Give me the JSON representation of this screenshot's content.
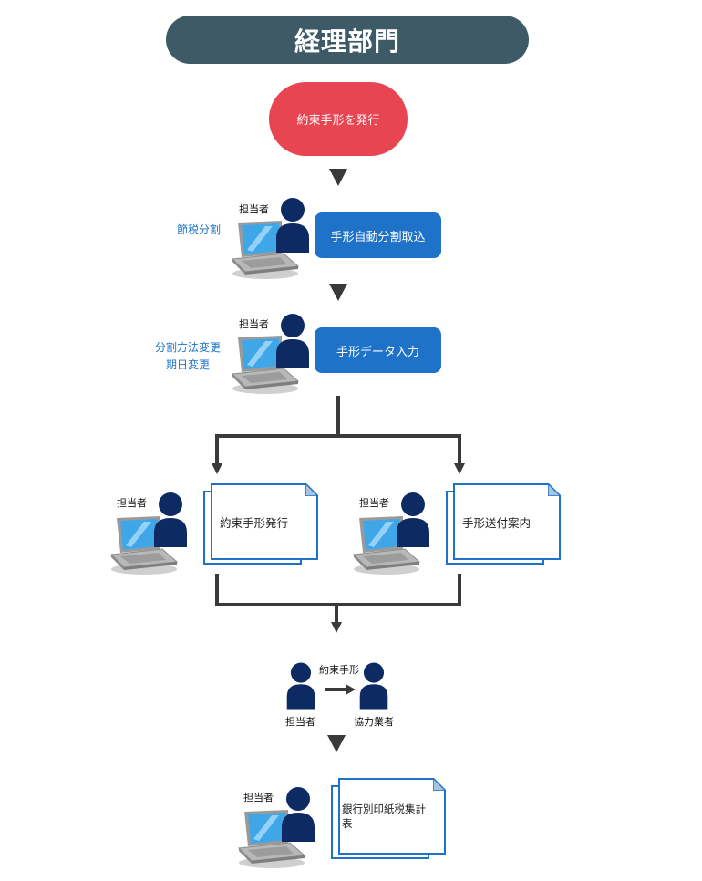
{
  "department": "経理部門",
  "start": "約束手形を発行",
  "role_staff": "担当者",
  "role_partner": "協力業者",
  "step1": {
    "process": "手形自動分割取込",
    "note": "節税分割"
  },
  "step2": {
    "process": "手形データ入力",
    "note_line1": "分割方法変更",
    "note_line2": "期日変更"
  },
  "branch_left": {
    "document": "約束手形発行"
  },
  "branch_right": {
    "document": "手形送付案内"
  },
  "handover": {
    "item": "約束手形"
  },
  "final": {
    "document": "銀行別印紙税集計表"
  },
  "colors": {
    "header": "#3d5a66",
    "start": "#e84552",
    "process": "#1e73c8",
    "person": "#0d2a63",
    "arrow": "#3a3a3a"
  }
}
